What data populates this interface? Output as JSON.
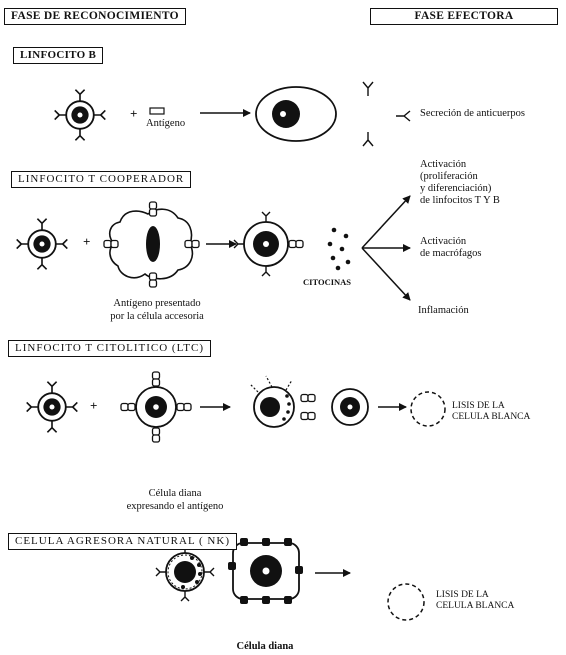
{
  "headers": {
    "recognition": "FASE DE RECONOCIMIENTO",
    "effector": "FASE EFECTORA"
  },
  "sections": {
    "b": {
      "title": "LINFOCITO B",
      "antigen": "Antígeno",
      "result": "Secreción de anticuerpos"
    },
    "th": {
      "title": "LINFOCITO T COOPERADOR",
      "presented_1": "Antígeno presentado",
      "presented_2": "por la célula accesoria",
      "cytokines": "CITOCINAS",
      "act1_1": "Activación",
      "act1_2": "(proliferación",
      "act1_3": "y diferenciación)",
      "act1_4": "de linfocitos T Y B",
      "act2_1": "Activación",
      "act2_2": "de macrófagos",
      "inflam": "Inflamación"
    },
    "ltc": {
      "title": "LINFOCITO T CITOLITICO (LTC)",
      "lysis_1": "LISIS DE LA",
      "lysis_2": "CELULA BLANCA",
      "target_1": "Célula diana",
      "target_2": "expresando el antígeno"
    },
    "nk": {
      "title": "CELULA AGRESORA NATURAL ( NK)",
      "lysis_1": "LISIS DE LA",
      "lysis_2": "CELULA BLANCA",
      "target": "Célula diana"
    }
  },
  "symbols": {
    "plus": "+"
  }
}
